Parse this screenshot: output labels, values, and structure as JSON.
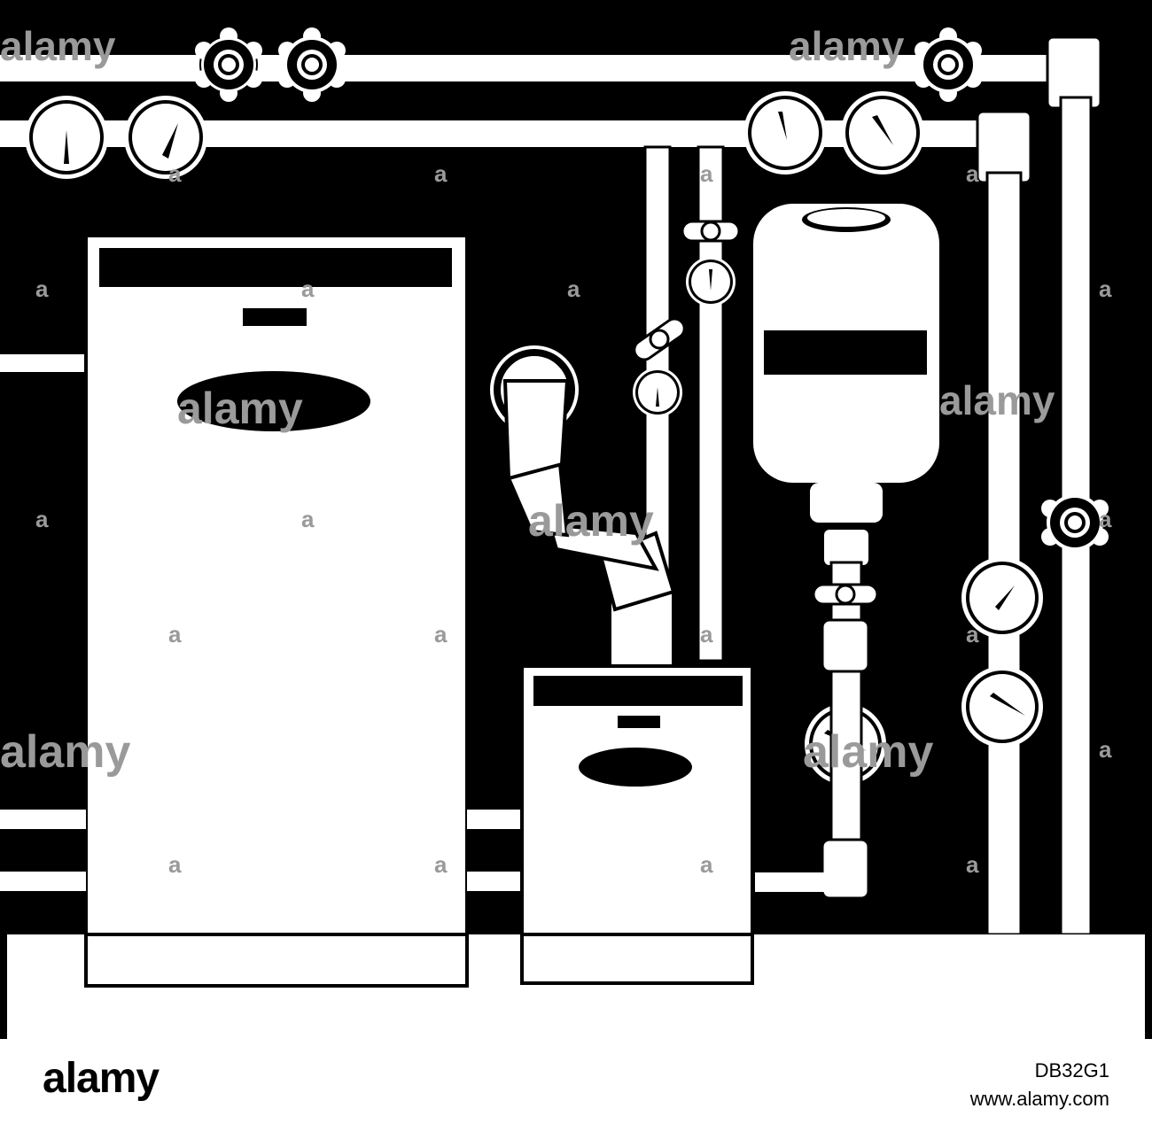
{
  "colors": {
    "background": "#000000",
    "foreground": "#ffffff",
    "watermark": "#9a9a9a"
  },
  "footer": {
    "brand": "alamy",
    "image_id": "DB32G1",
    "url": "www.alamy.com"
  },
  "watermark": {
    "text": "alamy",
    "mark": "a"
  }
}
